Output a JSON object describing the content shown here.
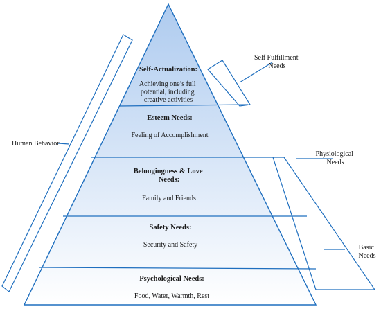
{
  "pyramid": {
    "levels": [
      {
        "title_lines": [
          "Self-Actualization:"
        ],
        "desc_lines": [
          "Achieving one’s full",
          "potential, including",
          "creative activities"
        ]
      },
      {
        "title_lines": [
          "Esteem Needs:"
        ],
        "desc_lines": [
          "Feeling of Accomplishment"
        ]
      },
      {
        "title_lines": [
          "Belongingness & Love",
          "Needs:"
        ],
        "desc_lines": [
          "Family and Friends"
        ]
      },
      {
        "title_lines": [
          "Safety Needs:"
        ],
        "desc_lines": [
          "Security and Safety"
        ]
      },
      {
        "title_lines": [
          "Psychological Needs:"
        ],
        "desc_lines": [
          "Food, Water, Warmth, Rest"
        ]
      }
    ]
  },
  "side_labels": {
    "human_behavior": "Human Behavior",
    "self_fulfillment": [
      "Self Fulfillment",
      "Needs"
    ],
    "physiological": [
      "Physiological",
      "Needs"
    ],
    "basic": [
      "Basic",
      "Needs"
    ]
  },
  "colors": {
    "accent": "#1f6fbf",
    "fill_top": "#aecbef",
    "fill_bottom": "#ffffff"
  }
}
